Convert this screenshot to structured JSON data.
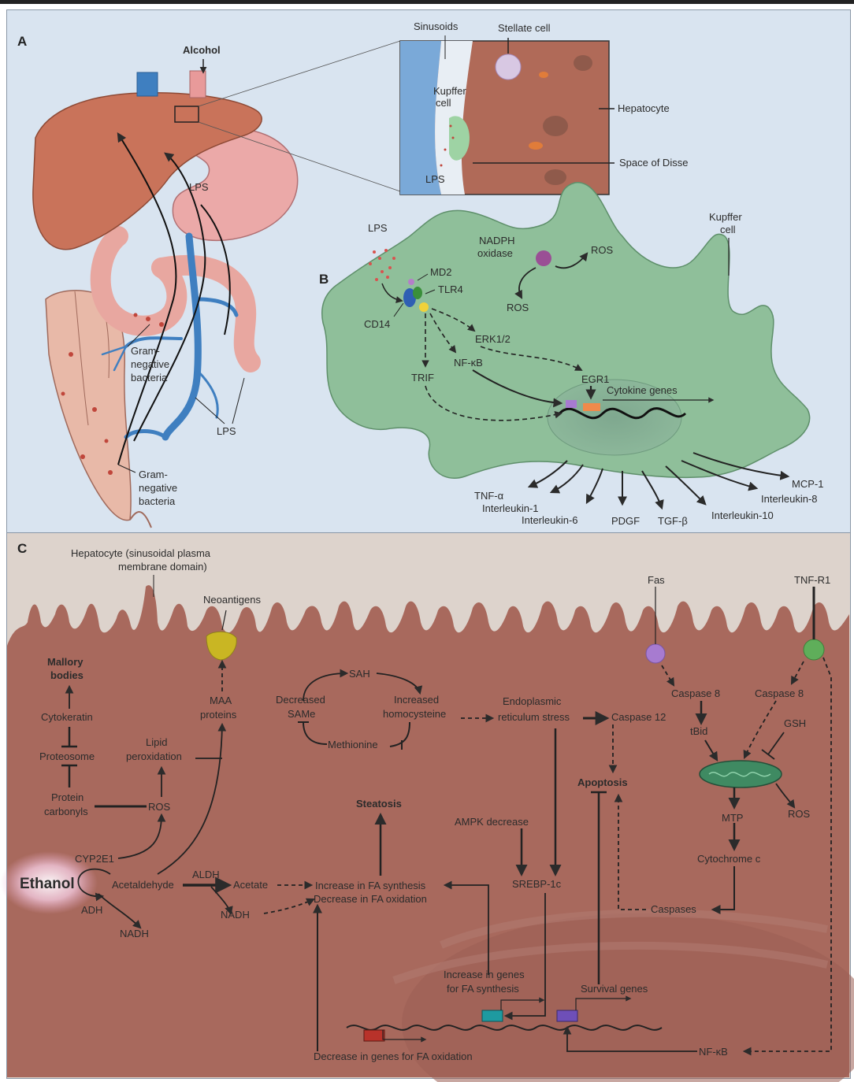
{
  "panels": {
    "a": "A",
    "b": "B",
    "c": "C"
  },
  "panel_a": {
    "alcohol": "Alcohol",
    "sinusoids": "Sinusoids",
    "stellate_cell": "Stellate cell",
    "kupffer_cell_line1": "Kupffer",
    "kupffer_cell_line2": "cell",
    "hepatocyte": "Hepatocyte",
    "space_of_disse": "Space of Disse",
    "lps_inset": "LPS",
    "lps_liver": "LPS",
    "lps_vessels": "LPS",
    "gram_neg_1": [
      "Gram-",
      "negative",
      "bacteria"
    ],
    "gram_neg_2": [
      "Gram-",
      "negative",
      "bacteria"
    ]
  },
  "panel_b": {
    "lps": "LPS",
    "md2": "MD2",
    "tlr4": "TLR4",
    "cd14": "CD14",
    "nadph_line1": "NADPH",
    "nadph_line2": "oxidase",
    "ros_right": "ROS",
    "ros_down": "ROS",
    "erk": "ERK1/2",
    "nfkb": "NF-κB",
    "trif": "TRIF",
    "egr1": "EGR1",
    "cytokine_genes": "Cytokine genes",
    "kupffer_line1": "Kupffer",
    "kupffer_line2": "cell",
    "outputs": [
      "TNF-α",
      "Interleukin-1",
      "Interleukin-6",
      "PDGF",
      "TGF-β",
      "Interleukin-10",
      "Interleukin-8",
      "MCP-1"
    ]
  },
  "panel_c": {
    "hepatocyte_line1": "Hepatocyte (sinusoidal plasma",
    "hepatocyte_line2": "membrane domain)",
    "neoantigens": "Neoantigens",
    "fas": "Fas",
    "tnfr1": "TNF-R1",
    "mallory_line1": "Mallory",
    "mallory_line2": "bodies",
    "cytokeratin": "Cytokeratin",
    "proteosome": "Proteosome",
    "protein_line1": "Protein",
    "protein_line2": "carbonyls",
    "ros_left": "ROS",
    "lipid_line1": "Lipid",
    "lipid_line2": "peroxidation",
    "maa_line1": "MAA",
    "maa_line2": "proteins",
    "sah": "SAH",
    "decreased_same_line1": "Decreased",
    "decreased_same_line2": "SAMe",
    "increased_hcy_line1": "Increased",
    "increased_hcy_line2": "homocysteine",
    "methionine": "Methionine",
    "er_line1": "Endoplasmic",
    "er_line2": "reticulum stress",
    "caspase12": "Caspase 12",
    "caspase8_fas": "Caspase 8",
    "caspase8_tnf": "Caspase 8",
    "tbid": "tBid",
    "gsh": "GSH",
    "apoptosis": "Apoptosis",
    "mtp": "MTP",
    "ros_right": "ROS",
    "cytochrome": "Cytochrome c",
    "caspases": "Caspases",
    "steatosis": "Steatosis",
    "ampk": "AMPK decrease",
    "srebp": "SREBP-1c",
    "cyp2e1": "CYP2E1",
    "ethanol": "Ethanol",
    "adh": "ADH",
    "nadh_bottom": "NADH",
    "acetaldehyde": "Acetaldehyde",
    "aldh": "ALDH",
    "acetate": "Acetate",
    "nadh_mid": "NADH",
    "fa_synth": "Increase in FA synthesis",
    "fa_oxid": "Decrease in FA oxidation",
    "genes_synth_line1": "Increase in genes",
    "genes_synth_line2": "for FA synthesis",
    "survival_genes": "Survival genes",
    "genes_oxid": "Decrease in genes for FA oxidation",
    "nfkb": "NF-κB"
  },
  "colors": {
    "panel_ab_bg": "#d9e4f0",
    "panel_c_bg": "#ddd3cc",
    "liver": "#c9735a",
    "kupffer_green": "#8fbf9a",
    "hepatocyte_tissue": "#a8695d",
    "vessel_blue": "#3f7fc0",
    "neoantigen_yellow": "#c9b623",
    "fas_purple": "#a77bd0",
    "tnfr_green": "#5fae5a",
    "mito_green": "#3f8a62",
    "gene_teal": "#1e9aa0",
    "gene_purple": "#6e4fb8",
    "gene_red": "#b8322a"
  }
}
